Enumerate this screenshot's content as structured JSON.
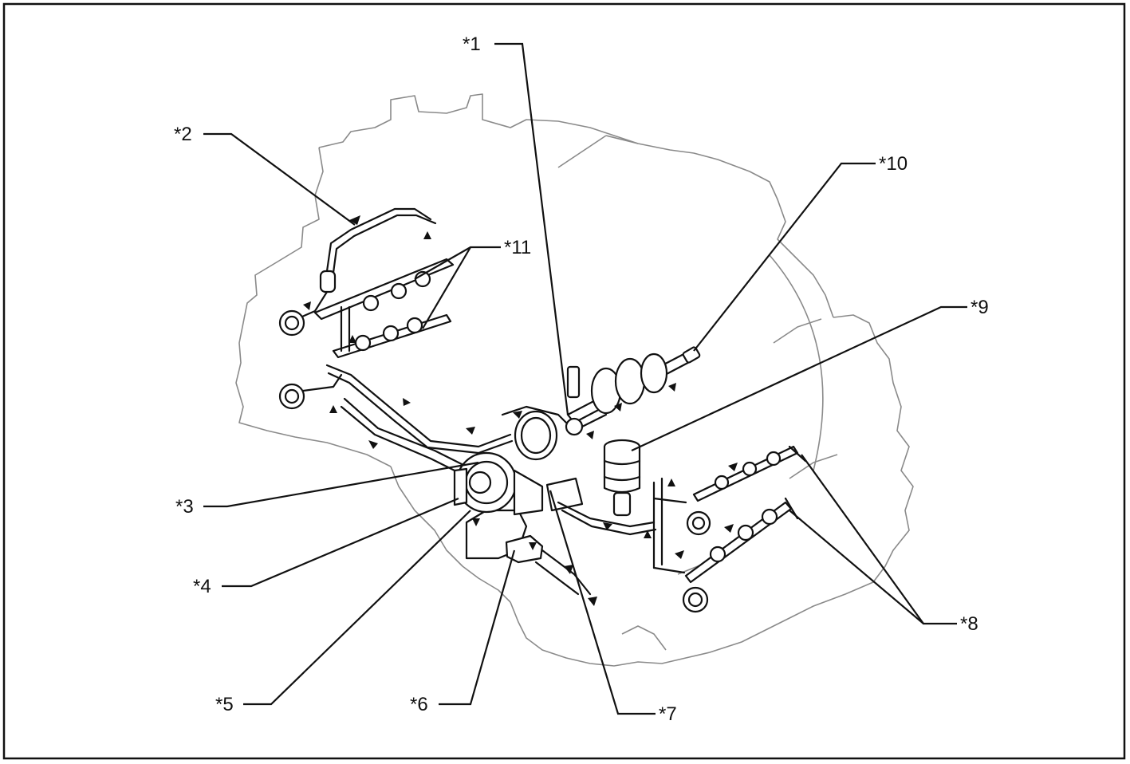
{
  "callouts": {
    "c1": "*1",
    "c2": "*2",
    "c3": "*3",
    "c4": "*4",
    "c5": "*5",
    "c6": "*6",
    "c7": "*7",
    "c8": "*8",
    "c9": "*9",
    "c10": "*10",
    "c11": "*11"
  }
}
